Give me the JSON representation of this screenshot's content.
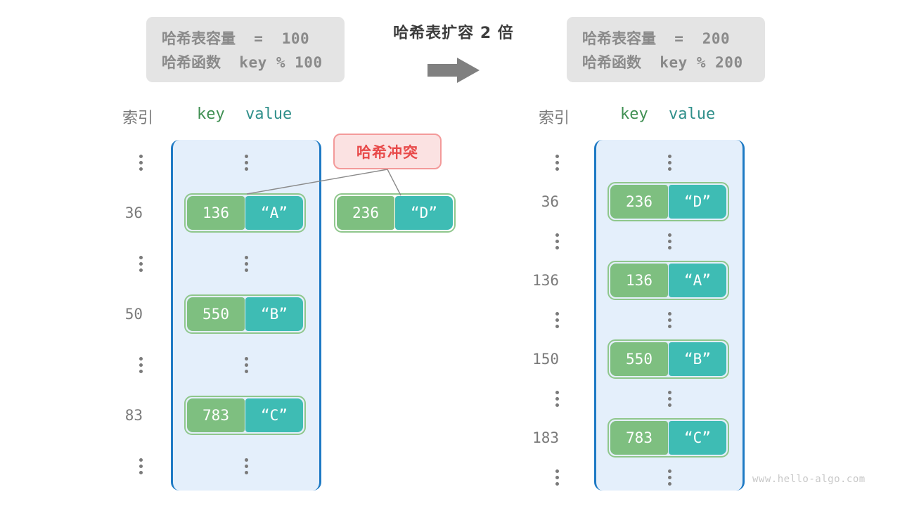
{
  "transform": {
    "title": "哈希表扩容 2 倍",
    "arrow_icon": "right-arrow-icon"
  },
  "before": {
    "capacity_line": "哈希表容量  =  100",
    "capacity_label": "哈希表容量",
    "capacity_value": "=  100",
    "hash_fn_label": "哈希函数",
    "hash_fn_value": "key % 100",
    "headers": {
      "index": "索引",
      "key": "key",
      "value": "value"
    },
    "rows": [
      {
        "type": "ellipsis",
        "index": "",
        "key": "",
        "value": ""
      },
      {
        "type": "entry",
        "index": "36",
        "key": "136",
        "value": "“A”"
      },
      {
        "type": "ellipsis",
        "index": "",
        "key": "",
        "value": ""
      },
      {
        "type": "entry",
        "index": "50",
        "key": "550",
        "value": "“B”"
      },
      {
        "type": "ellipsis",
        "index": "",
        "key": "",
        "value": ""
      },
      {
        "type": "entry",
        "index": "83",
        "key": "783",
        "value": "“C”"
      },
      {
        "type": "ellipsis",
        "index": "",
        "key": "",
        "value": ""
      }
    ],
    "overflow_entry": {
      "key": "236",
      "value": "“D”"
    },
    "collision_badge": "哈希冲突"
  },
  "after": {
    "capacity_label": "哈希表容量",
    "capacity_value": "=  200",
    "hash_fn_label": "哈希函数",
    "hash_fn_value": "key % 200",
    "headers": {
      "index": "索引",
      "key": "key",
      "value": "value"
    },
    "rows": [
      {
        "type": "ellipsis",
        "index": "",
        "key": "",
        "value": ""
      },
      {
        "type": "entry",
        "index": "36",
        "key": "236",
        "value": "“D”"
      },
      {
        "type": "ellipsis",
        "index": "",
        "key": "",
        "value": ""
      },
      {
        "type": "entry",
        "index": "136",
        "key": "136",
        "value": "“A”"
      },
      {
        "type": "ellipsis",
        "index": "",
        "key": "",
        "value": ""
      },
      {
        "type": "entry",
        "index": "150",
        "key": "550",
        "value": "“B”"
      },
      {
        "type": "ellipsis",
        "index": "",
        "key": "",
        "value": ""
      },
      {
        "type": "entry",
        "index": "183",
        "key": "783",
        "value": "“C”"
      },
      {
        "type": "ellipsis",
        "index": "",
        "key": "",
        "value": ""
      }
    ]
  },
  "watermark": "www.hello-algo.com",
  "colors": {
    "key_cell": "#7ebf80",
    "value_cell": "#3ebcb4",
    "pair_border": "#8fc78c",
    "panel_fill": "#e4effb",
    "panel_border": "#1e7ac4",
    "collision_text": "#e84a4a",
    "collision_fill": "#fbe2e2",
    "info_box_fill": "#e4e4e4",
    "muted_text": "#7a7a7a",
    "arrow": "#808080"
  }
}
